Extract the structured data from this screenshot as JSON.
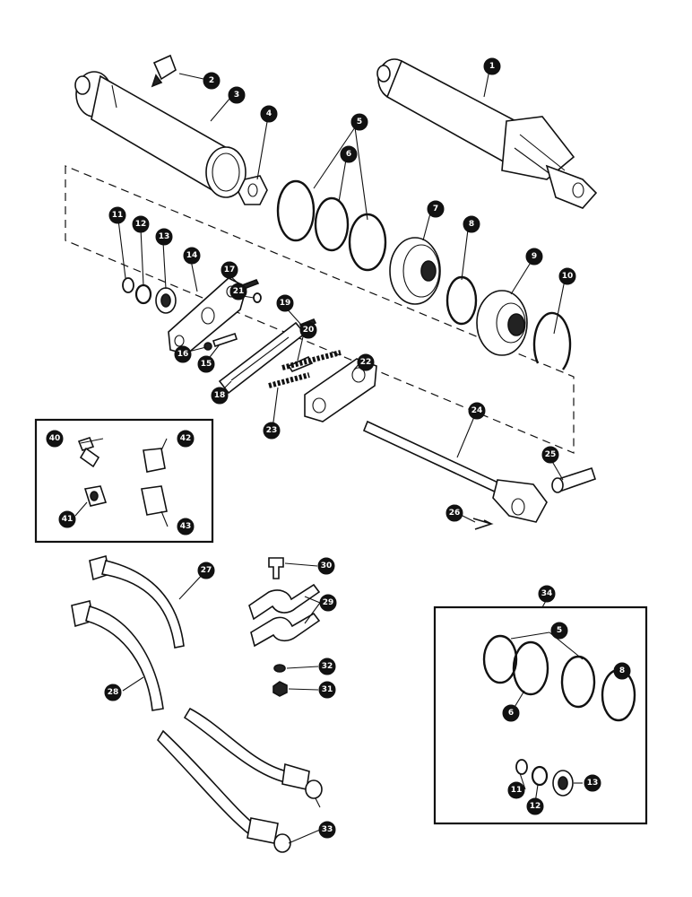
{
  "callouts": [
    "1",
    "2",
    "3",
    "4",
    "5",
    "6",
    "7",
    "8",
    "9",
    "10",
    "11",
    "12",
    "13",
    "14",
    "15",
    "16",
    "17",
    "18",
    "19",
    "20",
    "21",
    "22",
    "23",
    "24",
    "25",
    "26",
    "27",
    "28",
    "29",
    "30",
    "31",
    "32",
    "33",
    "34",
    "40",
    "41",
    "42",
    "43"
  ],
  "kit_box": {
    "label": "34",
    "contents": [
      "5",
      "6",
      "5",
      "8",
      "11",
      "12",
      "13"
    ]
  }
}
